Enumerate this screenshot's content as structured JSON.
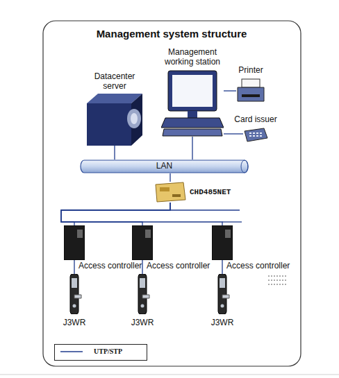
{
  "diagram": {
    "title": "Management system structure",
    "nodes": [
      {
        "text": [
          "Datacenter server"
        ]
      },
      {
        "text": [
          "Management working station"
        ]
      },
      {
        "text": [
          "Printer"
        ]
      },
      {
        "text": [
          "Card issuer"
        ]
      },
      {
        "text": [
          "LAN"
        ]
      },
      {
        "text": [
          "CHD485NET"
        ]
      },
      {
        "text": [
          "Access controller"
        ]
      },
      {
        "text": [
          "Access controller"
        ]
      },
      {
        "text": [
          "Access controller"
        ]
      },
      {
        "text": [
          "J3WR"
        ]
      },
      {
        "text": [
          "J3WR"
        ]
      },
      {
        "text": [
          "J3WR"
        ]
      }
    ],
    "edges": [
      {
        "from": 0,
        "to": 4,
        "arrow": "none"
      },
      {
        "from": 1,
        "to": 4,
        "arrow": "none"
      },
      {
        "from": 1,
        "to": 2,
        "arrow": "none"
      },
      {
        "from": 1,
        "to": 3,
        "arrow": "none"
      },
      {
        "from": 4,
        "to": 5,
        "arrow": "none"
      },
      {
        "from": 5,
        "to": 6,
        "arrow": "none"
      },
      {
        "from": 5,
        "to": 7,
        "arrow": "none"
      },
      {
        "from": 5,
        "to": 8,
        "arrow": "none"
      },
      {
        "from": 6,
        "to": 9,
        "arrow": "none"
      },
      {
        "from": 7,
        "to": 10,
        "arrow": "none"
      },
      {
        "from": 8,
        "to": 11,
        "arrow": "none"
      }
    ],
    "legend": [
      {
        "text": "UTP/STP"
      }
    ]
  }
}
